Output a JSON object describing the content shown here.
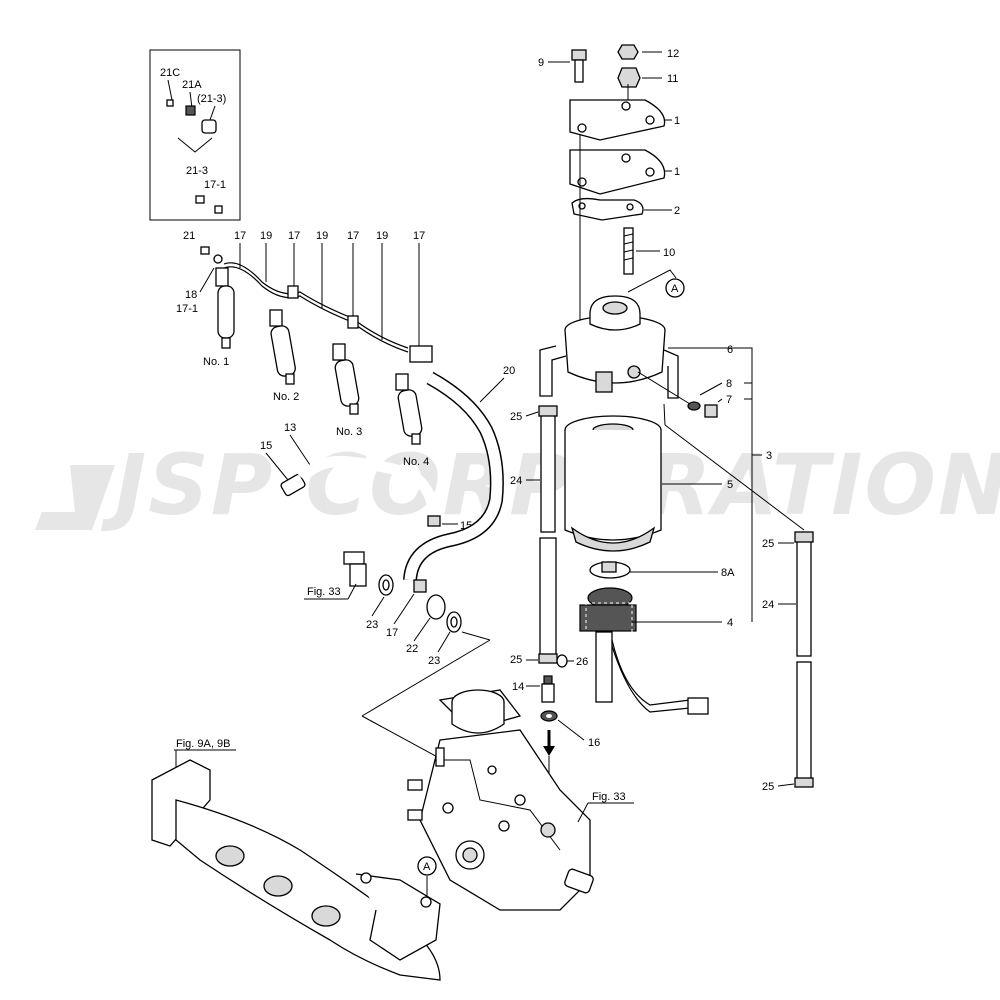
{
  "watermark": "JSP CORPORATION",
  "detail": {
    "labels": {
      "l21c": "21C",
      "l21a": "21A",
      "l213p": "(21-3)",
      "l213": "21-3",
      "l171": "17-1"
    }
  },
  "labels": {
    "p1a": "1",
    "p1b": "1",
    "p2": "2",
    "p3": "3",
    "p4": "4",
    "p5": "5",
    "p6": "6",
    "p7": "7",
    "p8": "8",
    "p8a": "8A",
    "p9": "9",
    "p10": "10",
    "p11": "11",
    "p12": "12",
    "p13": "13",
    "p14": "14",
    "p15a": "15",
    "p15b": "15",
    "p16": "16",
    "p17a": "17",
    "p17b": "17",
    "p17c": "17",
    "p17d": "17",
    "p17e": "17",
    "p171": "17-1",
    "p18": "18",
    "p19a": "19",
    "p19b": "19",
    "p19c": "19",
    "p20": "20",
    "p21": "21",
    "p22": "22",
    "p23a": "23",
    "p23b": "23",
    "p24a": "24",
    "p24b": "24",
    "p25a": "25",
    "p25b": "25",
    "p25c": "25",
    "p25d": "25",
    "p26": "26",
    "no1": "No. 1",
    "no2": "No. 2",
    "no3": "No. 3",
    "no4": "No. 4",
    "markA1": "A",
    "markA2": "A"
  },
  "refs": {
    "fig33a": "Fig. 33",
    "fig33b": "Fig. 33",
    "fig9": "Fig. 9A, 9B"
  }
}
